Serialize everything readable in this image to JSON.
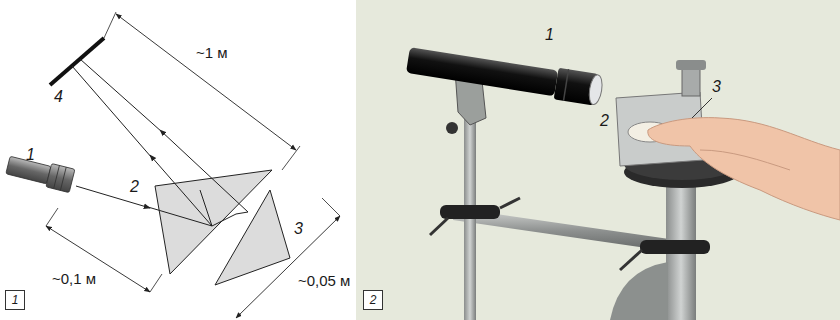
{
  "diagram": {
    "nodes": [
      {
        "text": [
          "1"
        ]
      },
      {
        "text": [
          "2"
        ]
      }
    ],
    "labels": [
      "~1 м",
      "1",
      "2",
      "3",
      "4",
      "~0,1 м",
      "~0,05 м",
      "1",
      "2",
      "3"
    ]
  }
}
